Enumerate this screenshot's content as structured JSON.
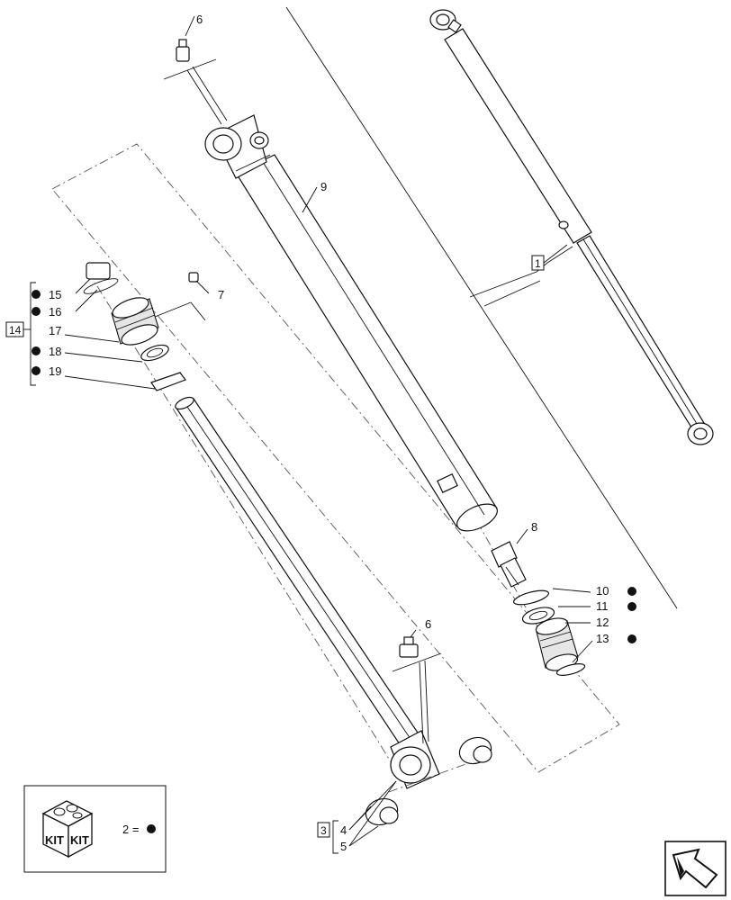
{
  "callouts": {
    "c1": "1",
    "c2": "2",
    "c3": "3",
    "c4": "4",
    "c5": "5",
    "c6a": "6",
    "c6b": "6",
    "c7": "7",
    "c8": "8",
    "c9": "9",
    "c10": "10",
    "c11": "11",
    "c12": "12",
    "c13": "13",
    "c14": "14",
    "c15": "15",
    "c16": "16",
    "c17": "17",
    "c18": "18",
    "c19": "19"
  },
  "kit_legend": {
    "kit_text_left": "KIT",
    "kit_text_right": "KIT",
    "equals": "2 =",
    "symbol": "filled-circle"
  },
  "icons": {
    "kit_box": "kit-box-icon",
    "kit_marker": "filled-circle-icon",
    "navigation": "arrow-navigation-icon"
  },
  "colors": {
    "line": "#111111",
    "background": "#ffffff",
    "marker": "#111111"
  }
}
